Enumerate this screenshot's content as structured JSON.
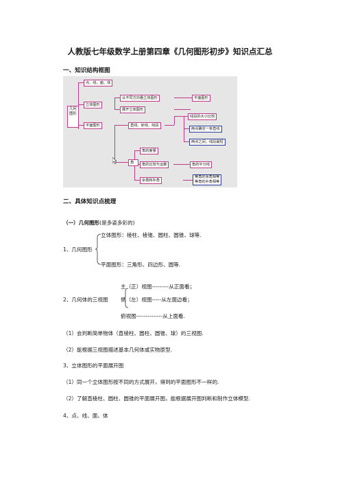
{
  "title": "人教版七年级数学上册第四章《几何图形初步》知识点汇总",
  "section1": {
    "heading": "一、知识结构框图"
  },
  "diagram": {
    "root": "几何图形",
    "n_points": "点、线、面、体",
    "n_solid": "立体图形",
    "n_plane": "平面图形",
    "n_views": "从不同方向看立体图形",
    "n_unfold": "展开立体图形",
    "n_planefig": "平面图形",
    "n_lines": "直线、射线、线段",
    "n_angle": "角",
    "n_measure": "线段的大小比较",
    "n_twopoint_line": "两点确定一条直线",
    "n_twopoint_short": "两点之间，线段最短",
    "n_angle_measure": "角的度量",
    "n_angle_compare": "角的比较与运算",
    "n_bisector": "角的平分线",
    "n_comp": "余角和补角",
    "n_equal_comp": "等角的余角相等",
    "n_equal_supp": "等角的补角相等"
  },
  "section2": {
    "heading": "二、具体知识点梳理",
    "sub1_label": "（一）几何图形",
    "sub1_note": "(是多姿多彩的)",
    "item1_label": "1、几何图形",
    "item1_solid": "立体图形：棱柱、棱锥、圆柱、圆锥、球等.",
    "item1_plane": "平面图形：三角形、四边形、圆等.",
    "item2_label": "2、几何体的三视图",
    "item2_main": "主（正）视图---------从正面看；",
    "item2_side": "侧（左）视图-----从左面边看；",
    "item2_top": "俯视图--------------从上面看.",
    "p1": "（1）会判断简单物体（直棱柱、圆柱、圆锥、球）的三视图.",
    "p2": "（2）能根据三视图描述基本几何体或实物原型.",
    "item3_label": "3、立体图形的平面展开图",
    "p3": "（1）同一个立体图形按不同的方式展开，得到的平面图形不一样的.",
    "p4": "（2）了解直棱柱、圆柱、圆锥的平面展开图，能根据展开图判断和制作立体模型.",
    "item4_label": "4、点、线、面、体"
  }
}
